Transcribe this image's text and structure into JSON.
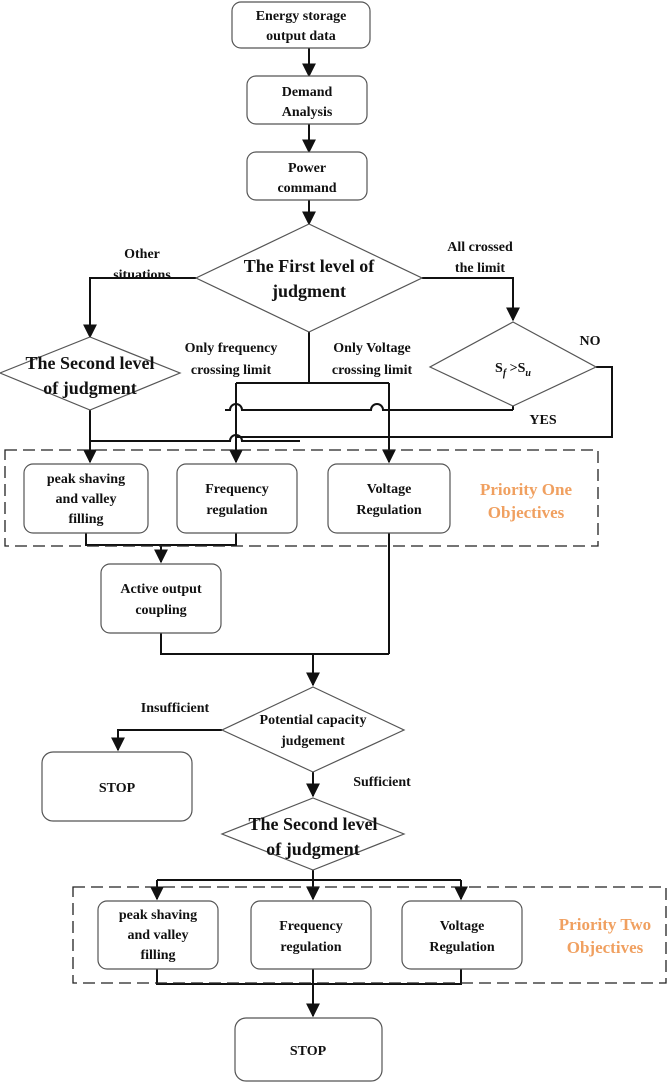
{
  "colors": {
    "priority_label": "#F0A060",
    "line": "#111111",
    "box_border": "#555555"
  },
  "nodes": {
    "energy_storage": [
      "Energy storage",
      "output data"
    ],
    "demand_analysis": [
      "Demand",
      "Analysis"
    ],
    "power_command": [
      "Power",
      "command"
    ],
    "first_level": [
      "The First level of",
      "judgment"
    ],
    "second_level_left": [
      "The Second level",
      "of judgment"
    ],
    "sf_su": {
      "s": "S",
      "f": "f",
      "gt": " >S",
      "u": "u"
    },
    "peak_shaving_1": [
      "peak shaving",
      "and valley",
      "filling"
    ],
    "frequency_1": [
      "Frequency",
      "regulation"
    ],
    "voltage_1": [
      "Voltage",
      "Regulation"
    ],
    "active_output": [
      "Active output",
      "coupling"
    ],
    "potential_capacity": [
      "Potential capacity",
      "judgement"
    ],
    "stop_left": "STOP",
    "second_level_bottom": [
      "The Second level",
      "of judgment"
    ],
    "peak_shaving_2": [
      "peak shaving",
      "and valley",
      "filling"
    ],
    "frequency_2": [
      "Frequency",
      "regulation"
    ],
    "voltage_2": [
      "Voltage",
      "Regulation"
    ],
    "stop_bottom": "STOP"
  },
  "edge_labels": {
    "other_situations": [
      "Other",
      "situations"
    ],
    "all_crossed": [
      "All crossed",
      "the limit"
    ],
    "only_frequency": [
      "Only frequency",
      "crossing limit"
    ],
    "only_voltage": [
      "Only Voltage",
      "crossing limit"
    ],
    "no": "NO",
    "yes": "YES",
    "insufficient": "Insufficient",
    "sufficient": "Sufficient"
  },
  "groups": {
    "priority_one": [
      "Priority One",
      "Objectives"
    ],
    "priority_two": [
      "Priority Two",
      "Objectives"
    ]
  }
}
